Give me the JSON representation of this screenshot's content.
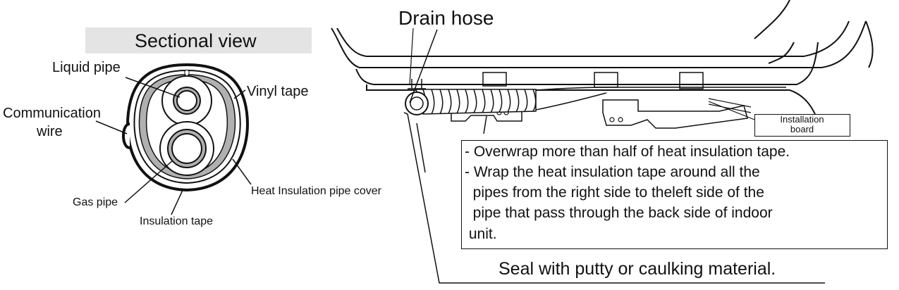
{
  "sectional_view": {
    "title": "Sectional view",
    "labels": {
      "liquid_pipe": "Liquid pipe",
      "vinyl_tape": "Vinyl tape",
      "communication_wire_line1": "Communication",
      "communication_wire_line2": "wire",
      "gas_pipe": "Gas pipe",
      "insulation_tape": "Insulation tape",
      "heat_insulation_pipe_cover": "Heat Insulation pipe cover"
    }
  },
  "unit_view": {
    "drain_hose": "Drain hose",
    "installation_board_line1": "Installation",
    "installation_board_line2": "board",
    "notes": [
      "- Overwrap more than half of heat insulation tape.",
      "- Wrap the heat insulation tape around all the",
      "  pipes from the right side to theleft side of the",
      "  pipe that pass through the back side of indoor",
      " unit."
    ],
    "seal_note": "Seal with putty or caulking material."
  },
  "colors": {
    "line": "#111111",
    "insulation_grey": "#b0b0b0",
    "title_bg": "#e4e4e4"
  }
}
